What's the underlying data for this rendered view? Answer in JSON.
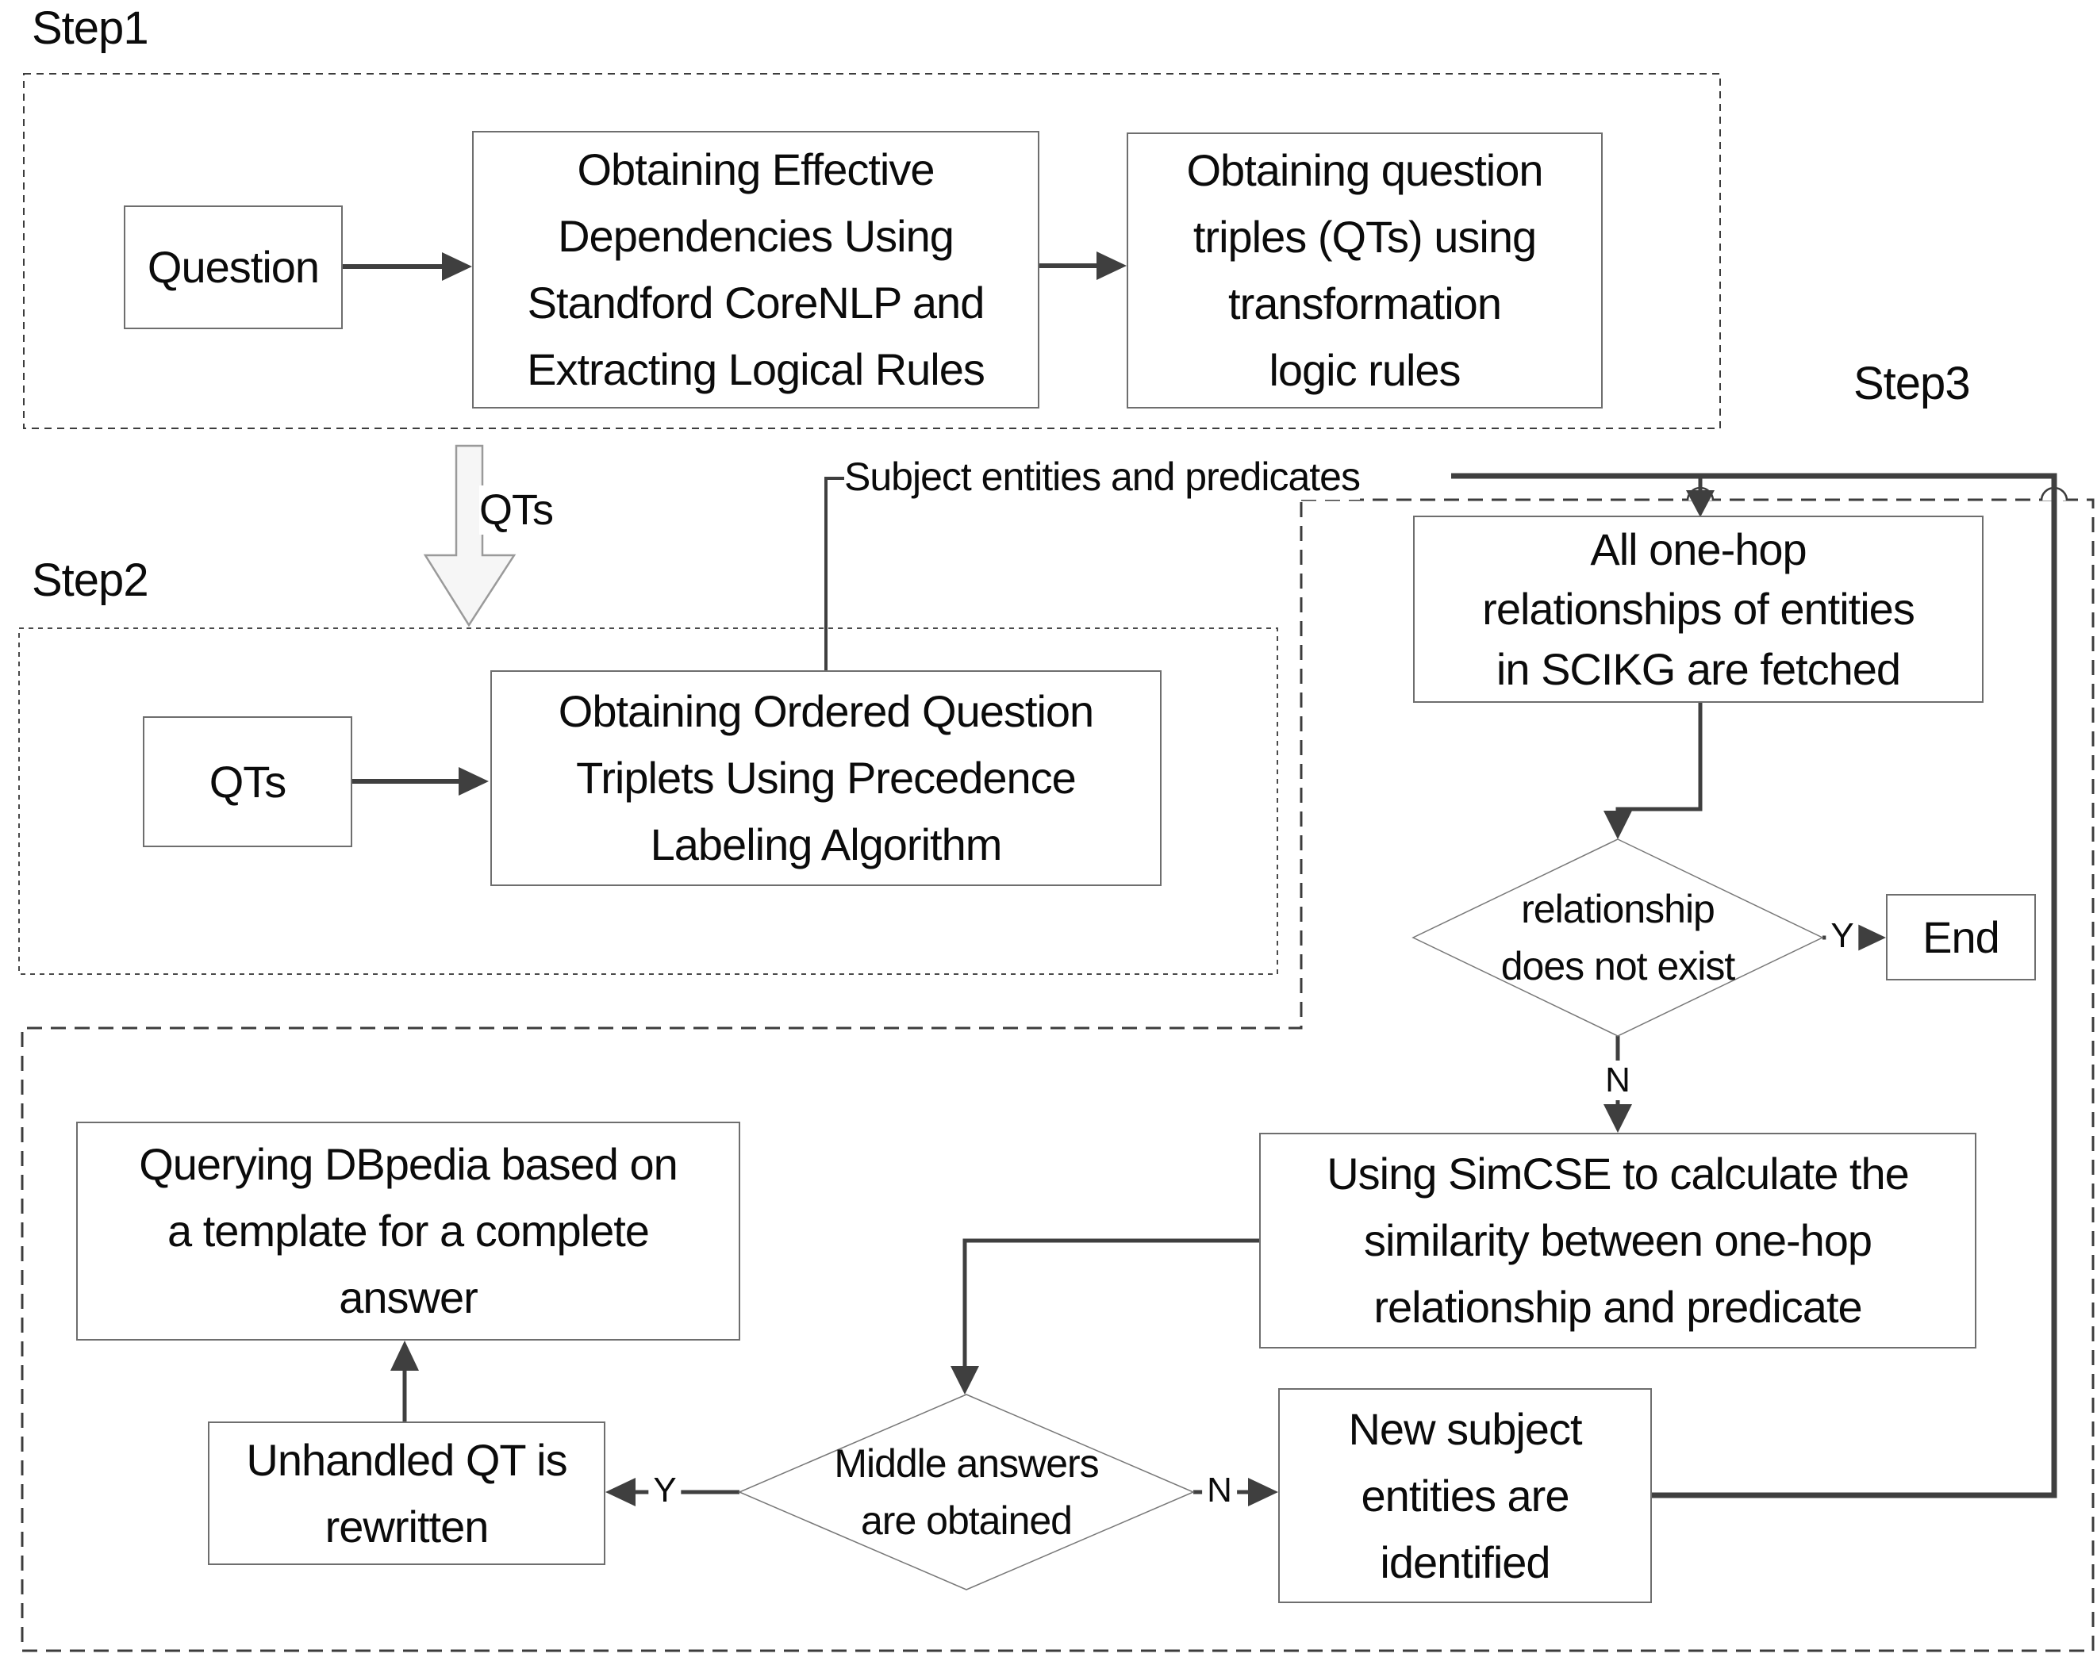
{
  "diagram": {
    "title_hint": "flowchart of question answering pipeline",
    "colors": {
      "background": "#ffffff",
      "text": "#0b0b0b",
      "connector": "#3f3f3f",
      "box_border": "#6e6e6e",
      "dashed_border": "#3c3c3c",
      "big_arrow_fill": "#f6f6f6"
    },
    "steps": {
      "step1": "Step1",
      "step2": "Step2",
      "step3": "Step3"
    },
    "nodes": {
      "question": {
        "label": "Question"
      },
      "dependencies": {
        "lines": [
          "Obtaining Effective",
          "Dependencies Using",
          "Standford CoreNLP and",
          "Extracting Logical Rules"
        ]
      },
      "question_triples": {
        "lines": [
          "Obtaining question",
          "triples (QTs) using",
          "transformation",
          "logic rules"
        ]
      },
      "qts": {
        "label": "QTs"
      },
      "ordered_triplets": {
        "lines": [
          "Obtaining Ordered Question",
          "Triplets Using Precedence",
          "Labeling Algorithm"
        ]
      },
      "one_hop": {
        "lines": [
          "All one-hop",
          "relationships of entities",
          "in SCIKG are fetched"
        ]
      },
      "relationship_decision": {
        "lines": [
          "relationship",
          "does not exist"
        ]
      },
      "end": {
        "label": "End"
      },
      "simcse": {
        "lines": [
          "Using SimCSE to calculate the",
          "similarity between one-hop",
          "relationship and predicate"
        ]
      },
      "querying": {
        "lines": [
          "Querying DBpedia based on",
          "a template for a complete",
          "answer"
        ]
      },
      "unhandled": {
        "lines": [
          "Unhandled QT is",
          "rewritten"
        ]
      },
      "middle_answers_decision": {
        "lines": [
          "Middle answers",
          "are obtained"
        ]
      },
      "new_subject": {
        "lines": [
          "New subject",
          "entities are",
          "identified"
        ]
      }
    },
    "connectors": {
      "qts_label": "QTs",
      "subject_label": "Subject entities and predicates",
      "yes_label": "Y",
      "no_label": "N"
    }
  }
}
